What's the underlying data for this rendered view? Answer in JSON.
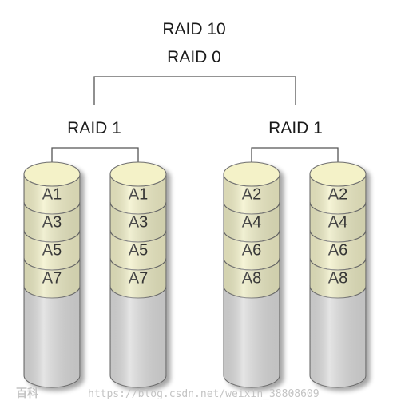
{
  "title": {
    "line1": "RAID 10",
    "line2": "RAID 0"
  },
  "groups": [
    {
      "label": "RAID 1"
    },
    {
      "label": "RAID 1"
    }
  ],
  "disks": [
    {
      "blocks": [
        "A1",
        "A3",
        "A5",
        "A7"
      ]
    },
    {
      "blocks": [
        "A1",
        "A3",
        "A5",
        "A7"
      ]
    },
    {
      "blocks": [
        "A2",
        "A4",
        "A6",
        "A8"
      ]
    },
    {
      "blocks": [
        "A2",
        "A4",
        "A6",
        "A8"
      ]
    }
  ],
  "watermark": {
    "brand": "百科",
    "url": "https://blog.csdn.net/weixin_38808609"
  },
  "colors": {
    "cap": "#f4f2c8",
    "block": "#f3f1c9",
    "block_alt": "#ecebc4",
    "empty": "#dcdcdc",
    "outline": "#6f6f6f",
    "line": "#555555"
  }
}
